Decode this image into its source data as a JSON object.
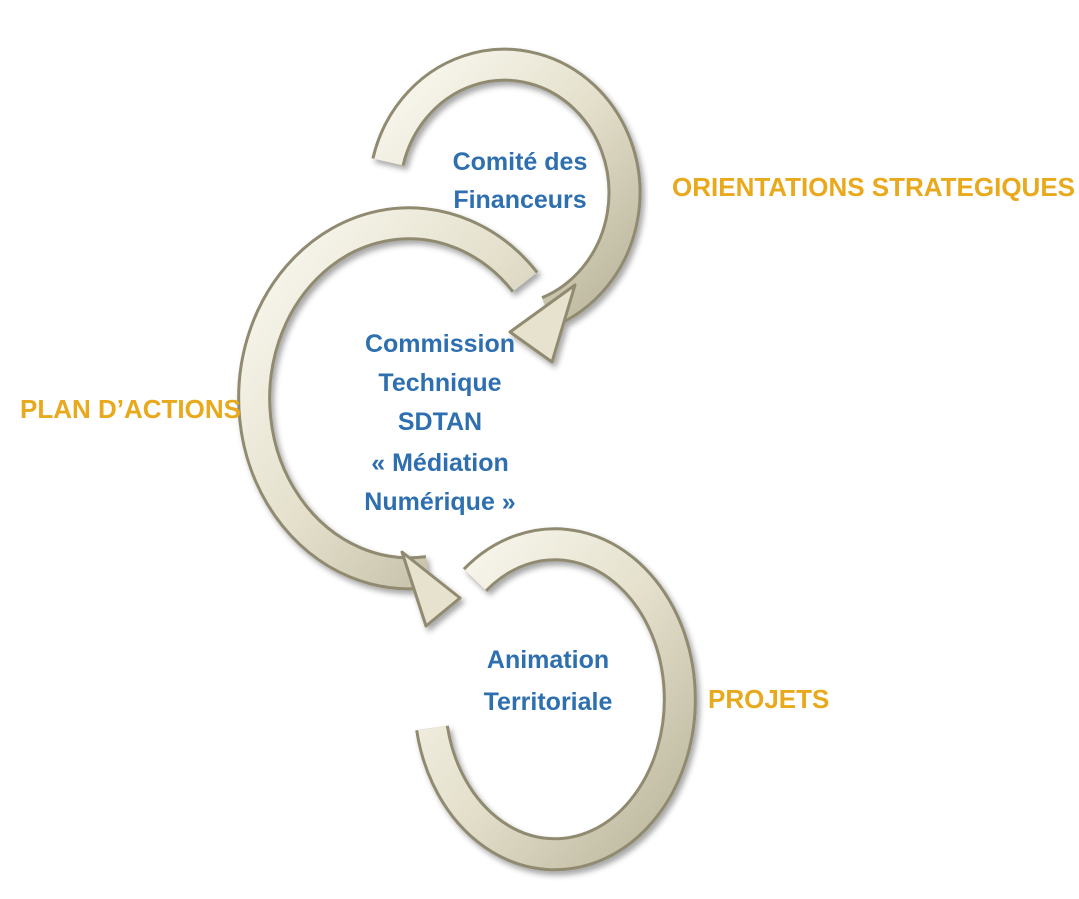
{
  "nodes": [
    {
      "id": "comite",
      "lines": [
        "Comité des",
        "Financeurs"
      ]
    },
    {
      "id": "commission",
      "lines": [
        "Commission",
        "Technique",
        "SDTAN",
        "« Médiation",
        "Numérique »"
      ]
    },
    {
      "id": "animation",
      "lines": [
        "Animation",
        "Territoriale"
      ]
    }
  ],
  "side_labels": {
    "orientations": "ORIENTATIONS STRATEGIQUES",
    "plan": "PLAN D’ACTIONS",
    "projets": "PROJETS"
  },
  "colors": {
    "node_text": "#2e6faf",
    "side_text": "#e8a91c",
    "arrow_light": "#faf8ee",
    "arrow_mid": "#dedac4",
    "arrow_dark": "#a39e84"
  }
}
